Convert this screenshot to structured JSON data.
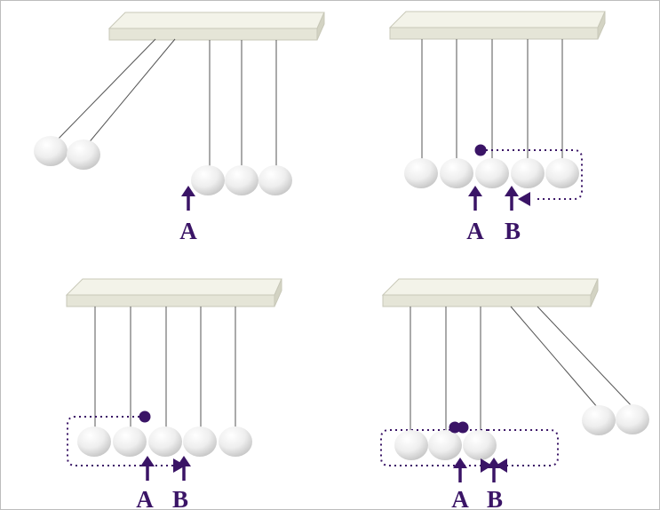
{
  "colors": {
    "accent": "#3a1466",
    "bar_top": "#f3f3e9",
    "bar_front": "#e5e5d7",
    "bar_side": "#d3d3c3",
    "string": "#555555",
    "ball_light": "#ffffff",
    "ball_dark": "#c6c6c6"
  },
  "panels": [
    {
      "id": "top-left",
      "labels": [
        "A"
      ]
    },
    {
      "id": "top-right",
      "labels": [
        "A",
        "B"
      ]
    },
    {
      "id": "bottom-left",
      "labels": [
        "A",
        "B"
      ]
    },
    {
      "id": "bottom-right",
      "labels": [
        "A",
        "B"
      ]
    }
  ]
}
